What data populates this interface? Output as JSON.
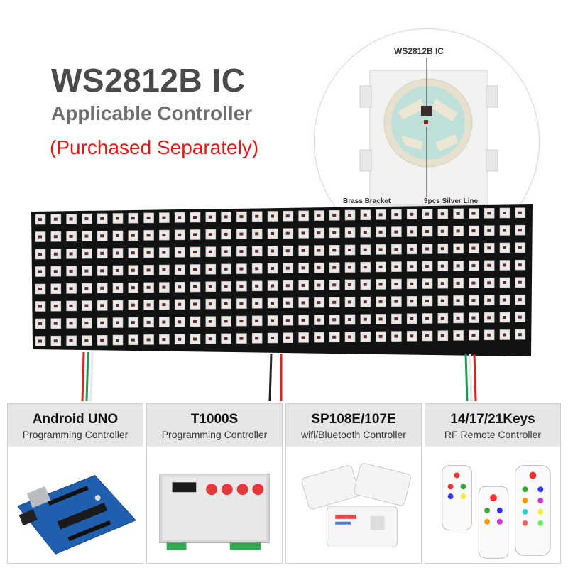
{
  "header": {
    "headline": "WS2812B IC",
    "subheadline": "Applicable Controller",
    "note": "(Purchased Separately)"
  },
  "led_closeup": {
    "ic_label": "WS2812B IC",
    "bracket_label": "Brass Bracket",
    "silver_line_label": "9pcs Silver Line"
  },
  "controllers": [
    {
      "title": "Android UNO",
      "subtitle": "Programming Controller",
      "icon": "arduino-board-icon"
    },
    {
      "title": "T1000S",
      "subtitle": "Programming Controller",
      "icon": "t1000s-controller-icon"
    },
    {
      "title": "SP108E/107E",
      "subtitle": "wifi/Bluetooth Controller",
      "icon": "sp108e-controller-icon"
    },
    {
      "title": "14/17/21Keys",
      "subtitle": "RF Remote Controller",
      "icon": "rf-remote-icon"
    }
  ],
  "colors": {
    "headline": "#4a4a4a",
    "subheadline": "#6f6f6f",
    "note": "#e01a1a",
    "card_header": "#e6e6e6",
    "panel": "#111111"
  }
}
